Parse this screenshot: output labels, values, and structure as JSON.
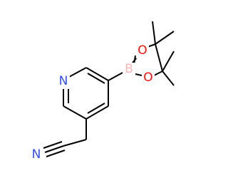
{
  "molecule": {
    "atoms": {
      "N_pyridine": "N",
      "B": "B",
      "O_top": "O",
      "O_bottom": "O",
      "N_nitrile": "N"
    },
    "colors": {
      "nitrogen": "#3050F8",
      "oxygen": "#FF0D0D",
      "boron": "#FFB5B5",
      "carbon_bond": "#000000",
      "background": "#FFFFFF"
    }
  }
}
